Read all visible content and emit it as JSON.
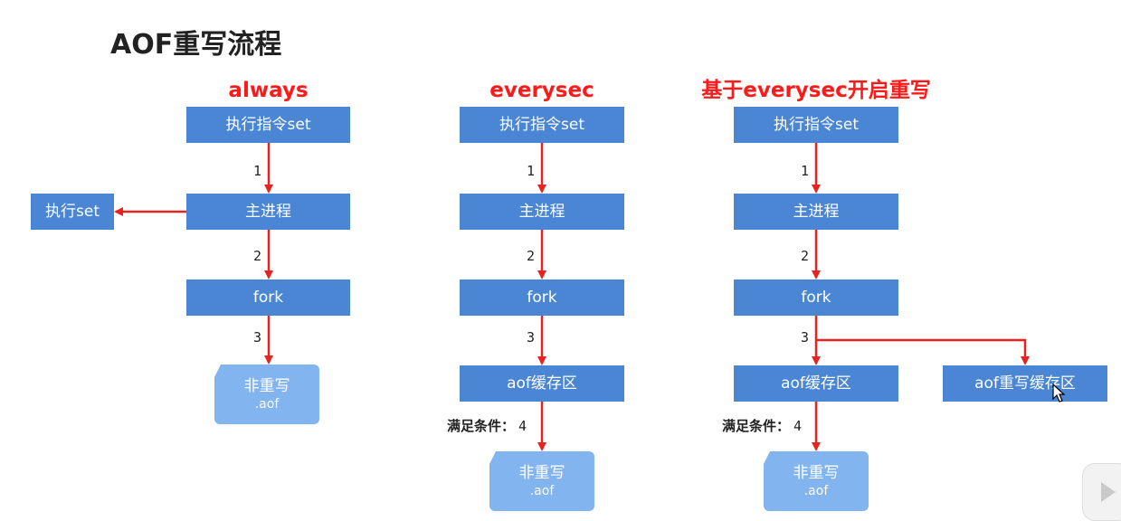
{
  "title": "AOF重写流程",
  "columns": [
    {
      "title": "always",
      "cmd": "执行指令set",
      "main": "主进程",
      "fork": "fork",
      "side": "执行set",
      "steps": [
        "1",
        "2",
        "3"
      ],
      "file": {
        "line1": "非重写",
        "line2": ".aof"
      }
    },
    {
      "title": "everysec",
      "cmd": "执行指令set",
      "main": "主进程",
      "fork": "fork",
      "buffer": "aof缓存区",
      "steps": [
        "1",
        "2",
        "3"
      ],
      "condition": "满足条件：",
      "step4": "4",
      "file": {
        "line1": "非重写",
        "line2": ".aof"
      }
    },
    {
      "title": "基于everysec开启重写",
      "cmd": "执行指令set",
      "main": "主进程",
      "fork": "fork",
      "buffer": "aof缓存区",
      "rewrite_buffer": "aof重写缓存区",
      "steps": [
        "1",
        "2",
        "3"
      ],
      "condition": "满足条件：",
      "step4": "4",
      "file": {
        "line1": "非重写",
        "line2": ".aof"
      }
    }
  ],
  "colors": {
    "box": "#4a86d4",
    "file": "#82b4f0",
    "arrow": "#e8231f",
    "heading": "#ff1a1a"
  },
  "icons": [
    "mouse-cursor-icon",
    "play-icon"
  ]
}
